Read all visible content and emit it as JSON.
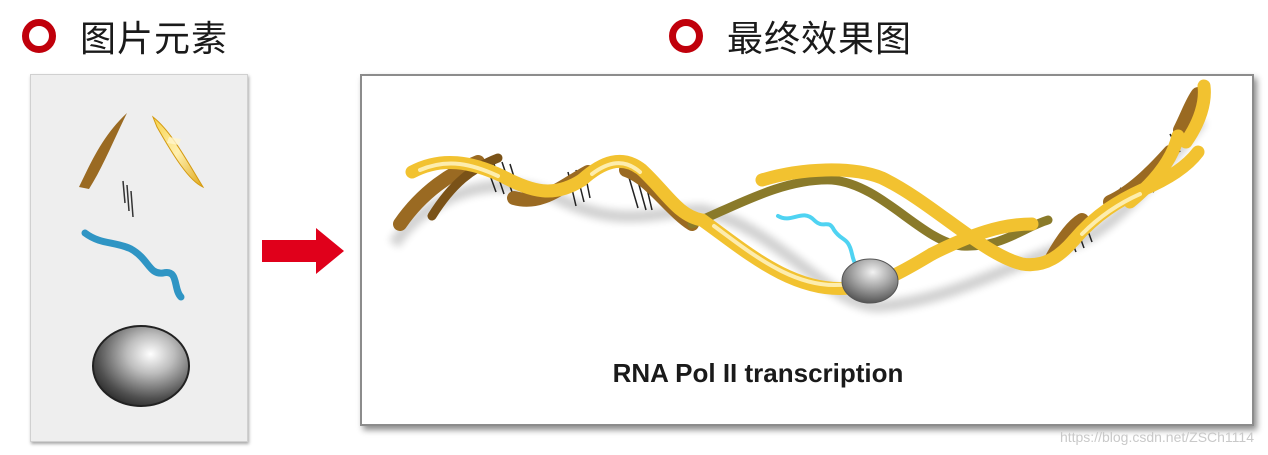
{
  "headings": {
    "left": "图片元素",
    "right": "最终效果图"
  },
  "elements_panel": {
    "items": [
      "dna-strand-pieces-icon",
      "base-pair-lines-icon",
      "rna-strand-icon",
      "polymerase-sphere-icon"
    ]
  },
  "result_panel": {
    "caption": "RNA Pol II transcription"
  },
  "watermark": "https://blog.csdn.net/ZSCh1114",
  "colors": {
    "ring": "#c0000b",
    "arrow": "#e0001b",
    "dna_gold": "#f2c230",
    "dna_brown": "#9a6a22",
    "rna_blue": "#2f95c4",
    "rna_cyan": "#4fd3f2",
    "olive_strand": "#8a7a2a"
  }
}
